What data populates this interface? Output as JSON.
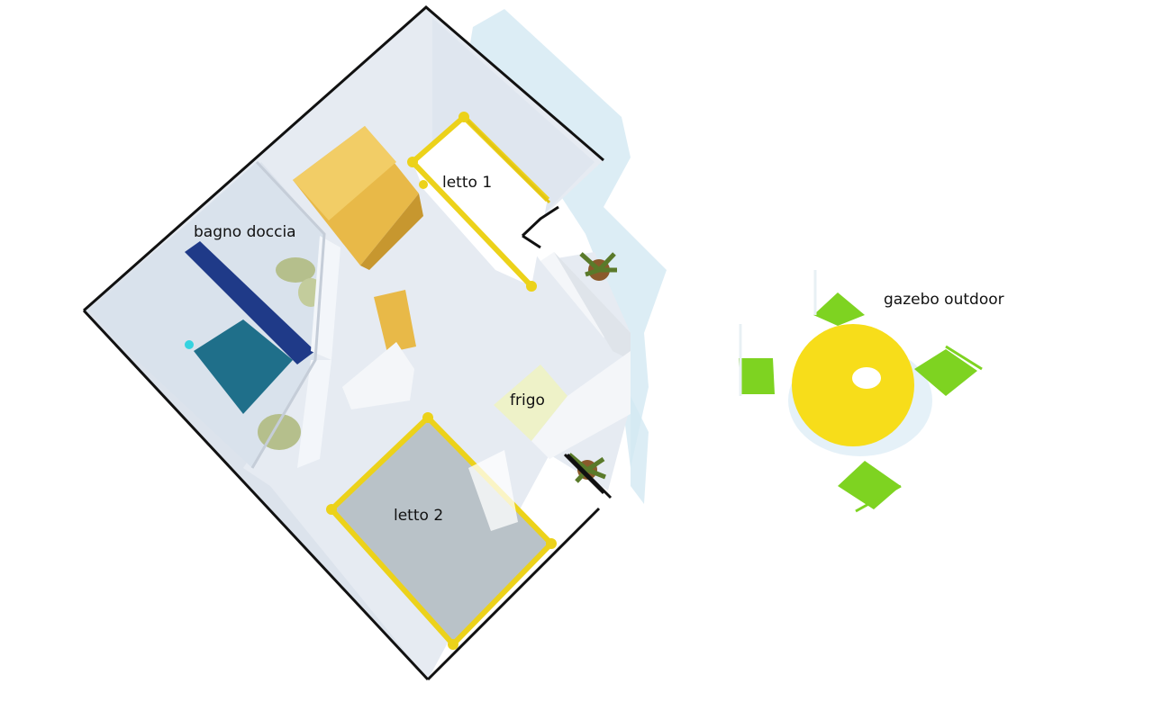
{
  "labels": {
    "bed1": "letto 1",
    "bathroom": "bagno doccia",
    "fridge": "frigo",
    "bed2": "letto 2",
    "gazebo": "gazebo outdoor"
  },
  "colors": {
    "floor": "#e6ebf2",
    "wall_shade": "#c9d3df",
    "wall_line": "#111111",
    "bed_frame": "#ecd21a",
    "bed1_linen": "#ffffff",
    "bed2_linen": "#b9c2c8",
    "wardrobe": "#e8b948",
    "shower": "#1f6f8a",
    "sink_cabinet": "#1f3a88",
    "toilet": "#b5bf8c",
    "fridge": "#eef2c8",
    "plant": "#5a7a2a",
    "table": "#f7dd1a",
    "chair": "#7ed321",
    "sky_shadow": "#d3e8f3"
  },
  "icons": [
    "plant-icon",
    "toilet-icon",
    "shower-icon",
    "chair-icon"
  ]
}
